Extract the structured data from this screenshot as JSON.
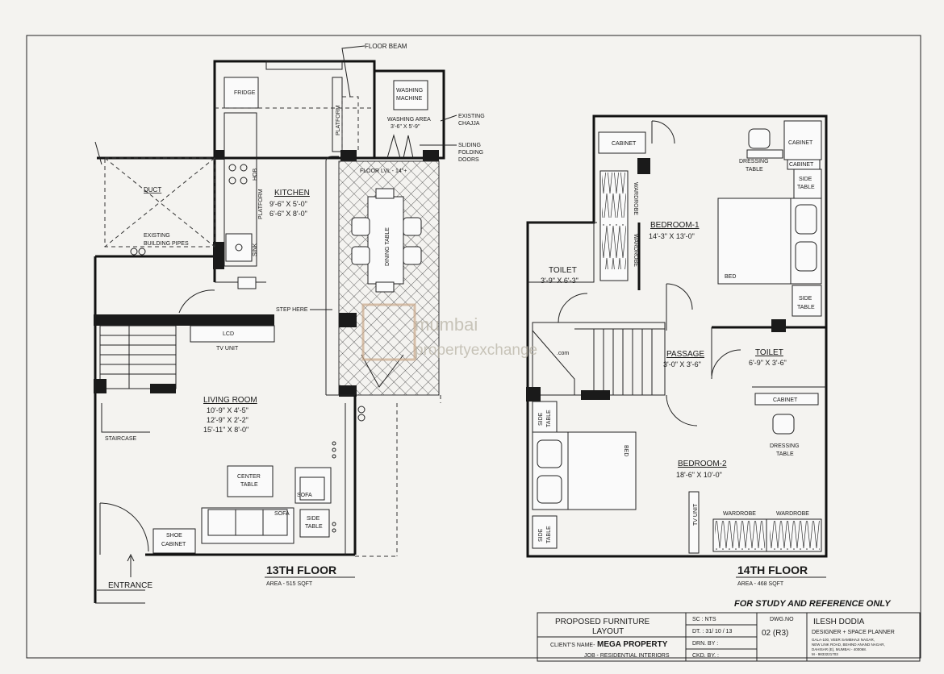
{
  "floor13": {
    "title": "13TH FLOOR",
    "area": "AREA - 515 SQFT",
    "floor_beam": "FLOOR BEAM",
    "fridge": "FRIDGE",
    "washing_machine": [
      "WASHING",
      "MACHINE"
    ],
    "washing_area": "WASHING AREA",
    "washing_area_dim": "3'-6\" X 5'-9\"",
    "existing_chajja": [
      "EXISTING",
      "CHAJJA"
    ],
    "sliding_doors": [
      "SLIDING",
      "FOLDING",
      "DOORS"
    ],
    "platform": "PLATFORM",
    "hob": "HOB",
    "sink": "SINK",
    "kitchen": "KITCHEN",
    "kitchen_dims": [
      "9'-6\" X 5'-0\"",
      "6'-6\" X 8'-0\""
    ],
    "floor_lvl": "FLOOR LVL - 14\"+",
    "dining_table": "DINING TABLE",
    "duct": "DUCT",
    "building_pipes": [
      "EXISTING",
      "BUILDING PIPES"
    ],
    "step_here": "STEP HERE",
    "lcd": "LCD",
    "tv_unit": "TV UNIT",
    "living_room": "LIVING ROOM",
    "living_dims": [
      "10'-9\" X 4'-5\"",
      "12'-9\" X 2'-2\"",
      "15'-11\" X 8'-0\""
    ],
    "staircase": "STAIRCASE",
    "center_table": [
      "CENTER",
      "TABLE"
    ],
    "sofa": "SOFA",
    "side_table": [
      "SIDE",
      "TABLE"
    ],
    "shoe_cabinet": [
      "SHOE",
      "CABINET"
    ],
    "entrance": "ENTRANCE"
  },
  "floor14": {
    "title": "14TH FLOOR",
    "area": "AREA - 468 SQFT",
    "cabinet": "CABINET",
    "dressing_table": [
      "DRESSING",
      "TABLE"
    ],
    "side_table": [
      "SIDE",
      "TABLE"
    ],
    "wardrobe": "WARDROBE",
    "bedroom1": "BEDROOM-1",
    "bedroom1_dim": "14'-3\" X 13'-0\"",
    "bed": "BED",
    "toilet": "TOILET",
    "toilet1_dim": "3'-9\" X 6'-3\"",
    "toilet2_dim": "6'-9\" X 3'-6\"",
    "passage": "PASSAGE",
    "passage_dim": "3'-0\" X 3'-6\"",
    "bedroom2": "BEDROOM-2",
    "bedroom2_dim": "18'-6\" X 10'-0\"",
    "tv_unit": "TV UNIT"
  },
  "note": "FOR STUDY AND REFERENCE ONLY",
  "watermark": [
    "mumbai",
    "propertyexchange",
    ".com"
  ],
  "title_block": {
    "drawing_title": [
      "PROPOSED FURNITURE",
      "LAYOUT"
    ],
    "client_label": "CLIENT'S NAME-",
    "client_name": "MEGA PROPERTY",
    "job": "JOB - RESIDENTIAL INTERIORS",
    "scale": "SC : NTS",
    "date": "DT. : 31/ 10 / 13",
    "drawn_by": "DRN. BY :",
    "checked_by": "CKD. BY. :",
    "dwg_no_label": "DWG.NO",
    "dwg_no": "02 (R3)",
    "designer": "ILESH DODIA",
    "designer_role": "DESIGNER + SPACE PLANNER",
    "address": [
      "GALA-100, VEER SAMBHAJI NAGAR,",
      "NEW LINK ROAD, BEHIND ANAND NAGAR,",
      "DAHISAR (E), MUMBAI - 400068.",
      "M - 9833221703"
    ]
  }
}
